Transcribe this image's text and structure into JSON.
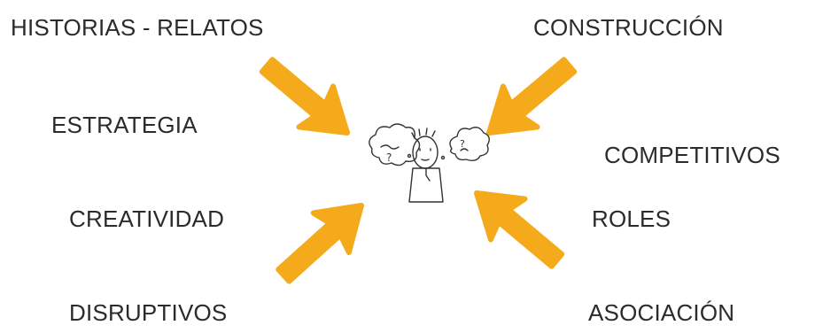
{
  "labels": {
    "historias": "HISTORIAS - RELATOS",
    "construccion": "CONSTRUCCIÓN",
    "estrategia": "ESTRATEGIA",
    "competitivos": "COMPETITIVOS",
    "creatividad": "CREATIVIDAD",
    "roles": "ROLES",
    "disruptivos": "DISRUPTIVOS",
    "asociacion": "ASOCIACIÓN"
  },
  "center_figure": {
    "icon": "thinking-person-with-thought-clouds-icon",
    "question_marks": [
      "?",
      "?"
    ]
  },
  "colors": {
    "arrow": "#F5AA1C",
    "text": "#2b2b2b",
    "sketch": "#333333"
  }
}
